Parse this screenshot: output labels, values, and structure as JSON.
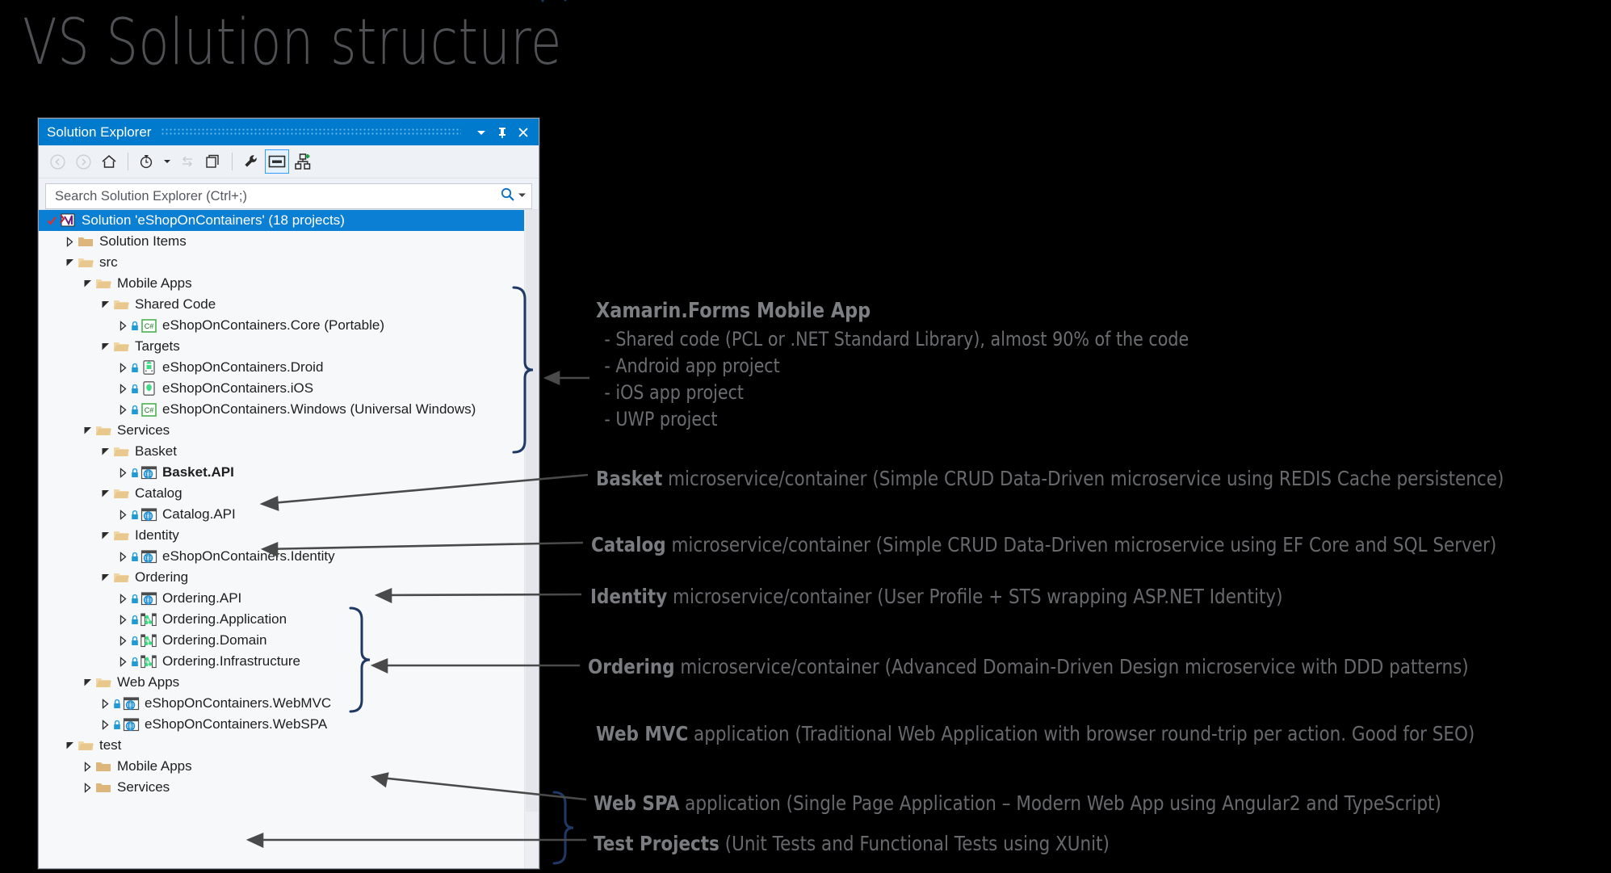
{
  "slide": {
    "title": "VS Solution structure"
  },
  "window": {
    "title": "Solution Explorer",
    "titlebar_buttons": [
      {
        "name": "dropdown",
        "icon": "chevron-down-icon",
        "label": "▼"
      },
      {
        "name": "pin",
        "icon": "pin-icon",
        "label": "⚓"
      },
      {
        "name": "close",
        "icon": "close-icon",
        "label": "✕"
      }
    ],
    "toolbar": [
      {
        "name": "back",
        "icon": "back-arrow-icon",
        "state": "disabled"
      },
      {
        "name": "forward",
        "icon": "forward-arrow-icon",
        "state": "disabled"
      },
      {
        "name": "home",
        "icon": "home-icon",
        "state": "enabled"
      },
      {
        "name": "pending-changes",
        "icon": "clock-filter-icon",
        "state": "enabled"
      },
      {
        "name": "pending-changes-dropdown",
        "icon": "chevron-down-icon",
        "state": "enabled"
      },
      {
        "name": "sync-with-active-document",
        "icon": "sync-arrows-icon",
        "state": "disabled"
      },
      {
        "name": "show-all-files",
        "icon": "show-all-files-icon",
        "state": "enabled"
      },
      {
        "name": "properties",
        "icon": "wrench-icon",
        "state": "enabled"
      },
      {
        "name": "preview-selected-items",
        "icon": "preview-window-icon",
        "state": "active"
      },
      {
        "name": "collapse-all",
        "icon": "hierarchy-collapse-icon",
        "state": "enabled"
      }
    ],
    "search": {
      "placeholder": "Search Solution Explorer (Ctrl+;)",
      "value": ""
    }
  },
  "tree": [
    {
      "depth": 0,
      "twisty": "check",
      "icon": "vs-solution-icon",
      "label": "Solution 'eShopOnContainers' (18 projects)",
      "selected": true,
      "bold": false,
      "lock": false
    },
    {
      "depth": 1,
      "twisty": "collapsed",
      "icon": "folder-closed-icon",
      "label": "Solution Items",
      "selected": false,
      "bold": false,
      "lock": false
    },
    {
      "depth": 1,
      "twisty": "expanded",
      "icon": "folder-open-icon",
      "label": "src",
      "selected": false,
      "bold": false,
      "lock": false
    },
    {
      "depth": 2,
      "twisty": "expanded",
      "icon": "folder-open-icon",
      "label": "Mobile Apps",
      "selected": false,
      "bold": false,
      "lock": false
    },
    {
      "depth": 3,
      "twisty": "expanded",
      "icon": "folder-open-icon",
      "label": "Shared Code",
      "selected": false,
      "bold": false,
      "lock": false
    },
    {
      "depth": 4,
      "twisty": "collapsed",
      "icon": "csharp-project-icon",
      "label": "eShopOnContainers.Core (Portable)",
      "selected": false,
      "bold": false,
      "lock": true
    },
    {
      "depth": 3,
      "twisty": "expanded",
      "icon": "folder-open-icon",
      "label": "Targets",
      "selected": false,
      "bold": false,
      "lock": false
    },
    {
      "depth": 4,
      "twisty": "collapsed",
      "icon": "android-project-icon",
      "label": "eShopOnContainers.Droid",
      "selected": false,
      "bold": false,
      "lock": true
    },
    {
      "depth": 4,
      "twisty": "collapsed",
      "icon": "ios-project-icon",
      "label": "eShopOnContainers.iOS",
      "selected": false,
      "bold": false,
      "lock": true
    },
    {
      "depth": 4,
      "twisty": "collapsed",
      "icon": "csharp-project-icon",
      "label": "eShopOnContainers.Windows (Universal Windows)",
      "selected": false,
      "bold": false,
      "lock": true
    },
    {
      "depth": 2,
      "twisty": "expanded",
      "icon": "folder-open-icon",
      "label": "Services",
      "selected": false,
      "bold": false,
      "lock": false
    },
    {
      "depth": 3,
      "twisty": "expanded",
      "icon": "folder-open-icon",
      "label": "Basket",
      "selected": false,
      "bold": false,
      "lock": false
    },
    {
      "depth": 4,
      "twisty": "collapsed",
      "icon": "web-project-icon",
      "label": "Basket.API",
      "selected": false,
      "bold": true,
      "lock": true
    },
    {
      "depth": 3,
      "twisty": "expanded",
      "icon": "folder-open-icon",
      "label": "Catalog",
      "selected": false,
      "bold": false,
      "lock": false
    },
    {
      "depth": 4,
      "twisty": "collapsed",
      "icon": "web-project-icon",
      "label": "Catalog.API",
      "selected": false,
      "bold": false,
      "lock": true
    },
    {
      "depth": 3,
      "twisty": "expanded",
      "icon": "folder-open-icon",
      "label": "Identity",
      "selected": false,
      "bold": false,
      "lock": false
    },
    {
      "depth": 4,
      "twisty": "collapsed",
      "icon": "web-project-icon",
      "label": "eShopOnContainers.Identity",
      "selected": false,
      "bold": false,
      "lock": true
    },
    {
      "depth": 3,
      "twisty": "expanded",
      "icon": "folder-open-icon",
      "label": "Ordering",
      "selected": false,
      "bold": false,
      "lock": false
    },
    {
      "depth": 4,
      "twisty": "collapsed",
      "icon": "web-project-icon",
      "label": "Ordering.API",
      "selected": false,
      "bold": false,
      "lock": true
    },
    {
      "depth": 4,
      "twisty": "collapsed",
      "icon": "class-library-icon",
      "label": "Ordering.Application",
      "selected": false,
      "bold": false,
      "lock": true
    },
    {
      "depth": 4,
      "twisty": "collapsed",
      "icon": "class-library-icon",
      "label": "Ordering.Domain",
      "selected": false,
      "bold": false,
      "lock": true
    },
    {
      "depth": 4,
      "twisty": "collapsed",
      "icon": "class-library-icon",
      "label": "Ordering.Infrastructure",
      "selected": false,
      "bold": false,
      "lock": true
    },
    {
      "depth": 2,
      "twisty": "expanded",
      "icon": "folder-open-icon",
      "label": "Web Apps",
      "selected": false,
      "bold": false,
      "lock": false
    },
    {
      "depth": 3,
      "twisty": "collapsed",
      "icon": "web-project-icon",
      "label": "eShopOnContainers.WebMVC",
      "selected": false,
      "bold": false,
      "lock": true
    },
    {
      "depth": 3,
      "twisty": "collapsed",
      "icon": "web-project-icon",
      "label": "eShopOnContainers.WebSPA",
      "selected": false,
      "bold": false,
      "lock": true
    },
    {
      "depth": 1,
      "twisty": "expanded",
      "icon": "folder-open-icon",
      "label": "test",
      "selected": false,
      "bold": false,
      "lock": false
    },
    {
      "depth": 2,
      "twisty": "collapsed",
      "icon": "folder-closed-icon",
      "label": "Mobile Apps",
      "selected": false,
      "bold": false,
      "lock": false
    },
    {
      "depth": 2,
      "twisty": "collapsed",
      "icon": "folder-closed-icon",
      "label": "Services",
      "selected": false,
      "bold": false,
      "lock": false
    }
  ],
  "annotations": {
    "xamarin": {
      "heading": "Xamarin.Forms Mobile App",
      "bullets": [
        "- Shared code (PCL or .NET Standard Library), almost 90% of the code",
        "- Android app project",
        "- iOS app project",
        "- UWP project"
      ]
    },
    "basket": {
      "strong": "Basket",
      "rest": " microservice/container (Simple CRUD Data-Driven microservice using REDIS Cache persistence)"
    },
    "catalog": {
      "strong": "Catalog",
      "rest": " microservice/container (Simple CRUD Data-Driven microservice using EF Core and SQL Server)"
    },
    "identity": {
      "strong": "Identity",
      "rest": " microservice/container (User Profile + STS wrapping ASP.NET Identity)"
    },
    "ordering": {
      "strong": "Ordering",
      "rest": " microservice/container (Advanced Domain-Driven Design microservice with DDD patterns)"
    },
    "webmvc": {
      "strong": "Web MVC",
      "rest": " application (Traditional Web Application with browser round-trip per action. Good for SEO)"
    },
    "webspa": {
      "strong": "Web SPA",
      "rest": " application (Single Page Application – Modern Web App using Angular2 and TypeScript)"
    },
    "test": {
      "strong": "Test Projects",
      "rest": " (Unit Tests and Functional Tests using XUnit)"
    }
  },
  "colors": {
    "background": "#000000",
    "accent": "#007acc",
    "selection": "#0b7fd4",
    "tree_bg": "#f6f8fa",
    "note_text": "#6a6c70",
    "bracket": "#1f3864"
  }
}
